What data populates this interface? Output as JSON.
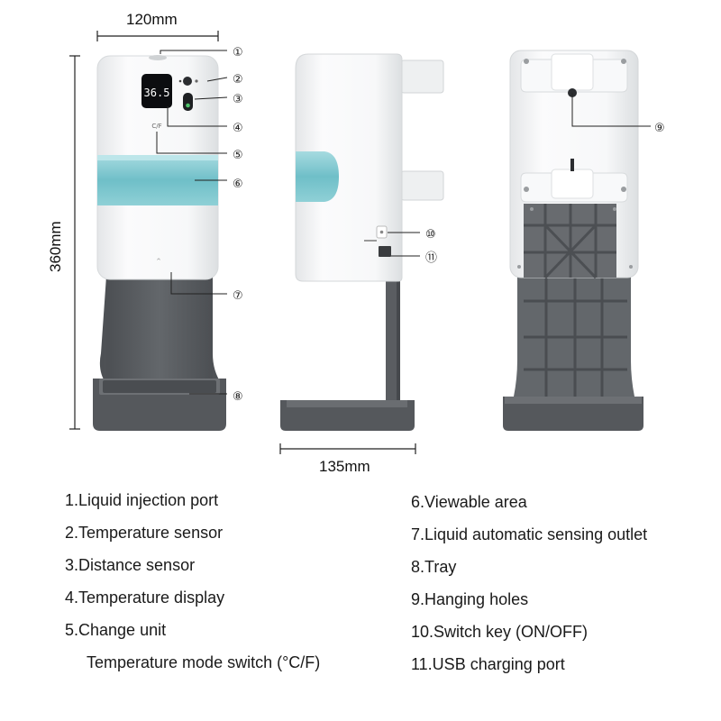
{
  "dimensions": {
    "width": "120mm",
    "height": "360mm",
    "depth": "135mm"
  },
  "callouts": [
    "①",
    "②",
    "③",
    "④",
    "⑤",
    "⑥",
    "⑦",
    "⑧",
    "⑨",
    "⑩",
    "⑪"
  ],
  "display": {
    "reading": "36.5"
  },
  "legend": {
    "left": [
      "1.Liquid injection port",
      "2.Temperature sensor",
      "3.Distance sensor",
      "4.Temperature display",
      "5.Change unit",
      "Temperature mode switch (°C/F)"
    ],
    "right": [
      "6.Viewable area",
      "7.Liquid automatic sensing outlet",
      "8.Tray",
      "9.Hanging holes",
      "10.Switch key (ON/OFF)",
      "11.USB charging port"
    ]
  },
  "colors": {
    "body_white": "#f4f5f6",
    "window_teal": "#7cc7cf",
    "stand_gray": "#5b5e62",
    "line": "#222222"
  }
}
